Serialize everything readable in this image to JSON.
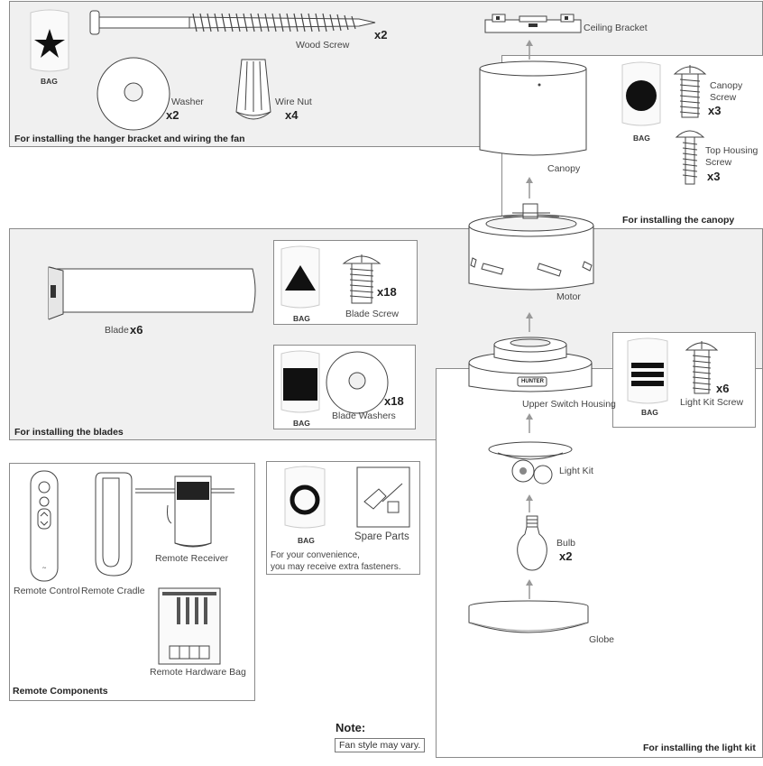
{
  "hanger_panel": {
    "bag_label": "BAG",
    "wood_screw": {
      "label": "Wood Screw",
      "qty": "x2"
    },
    "washer": {
      "label": "Washer",
      "qty": "x2"
    },
    "wire_nut": {
      "label": "Wire Nut",
      "qty": "x4"
    },
    "caption": "For installing the hanger bracket and wiring the fan"
  },
  "assembly": {
    "ceiling_bracket": "Ceiling Bracket",
    "canopy": "Canopy",
    "motor": "Motor",
    "upper_switch_housing": "Upper Switch Housing",
    "light_kit": "Light Kit",
    "bulb": {
      "label": "Bulb",
      "qty": "x2"
    },
    "globe": "Globe",
    "hunter_logo": "HUNTER"
  },
  "canopy_panel": {
    "bag_label": "BAG",
    "canopy_screw": {
      "label_line1": "Canopy",
      "label_line2": "Screw",
      "qty": "x3"
    },
    "top_housing_screw": {
      "label_line1": "Top Housing",
      "label_line2": "Screw",
      "qty": "x3"
    },
    "caption": "For installing the canopy"
  },
  "blades_panel": {
    "blade": {
      "label": "Blade",
      "qty": "x6"
    },
    "blade_screw": {
      "label": "Blade Screw",
      "qty": "x18",
      "bag_label": "BAG"
    },
    "blade_washers": {
      "label": "Blade Washers",
      "qty": "x18",
      "bag_label": "BAG"
    },
    "caption": "For installing the blades"
  },
  "light_kit_panel": {
    "light_kit_screw": {
      "label": "Light Kit Screw",
      "qty": "x6",
      "bag_label": "BAG"
    },
    "caption": "For installing the light kit"
  },
  "remote_panel": {
    "remote_control": "Remote Control",
    "remote_cradle": "Remote Cradle",
    "remote_receiver": "Remote Receiver",
    "remote_hardware_bag": "Remote Hardware Bag",
    "caption": "Remote Components"
  },
  "spare_panel": {
    "bag_label": "BAG",
    "spare_parts": "Spare Parts",
    "convenience_line1": "For your convenience,",
    "convenience_line2": "you may receive extra fasteners."
  },
  "note": {
    "title": "Note:",
    "text": "Fan style may vary."
  }
}
